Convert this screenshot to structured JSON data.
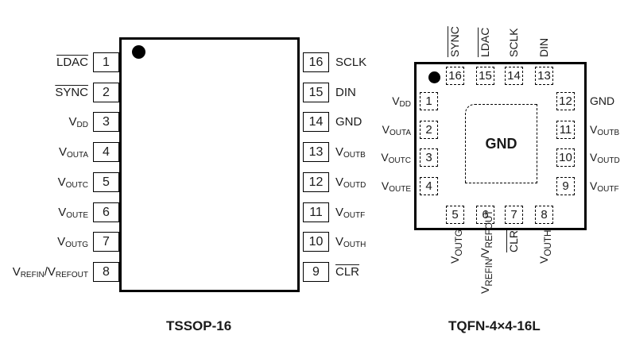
{
  "tssop": {
    "caption": "TSSOP-16",
    "left_pins": [
      {
        "num": "1",
        "name": "LDAC",
        "sub": "",
        "overline": true
      },
      {
        "num": "2",
        "name": "SYNC",
        "sub": "",
        "overline": true
      },
      {
        "num": "3",
        "name": "V",
        "sub": "DD",
        "overline": false
      },
      {
        "num": "4",
        "name": "V",
        "sub": "OUTA",
        "overline": false
      },
      {
        "num": "5",
        "name": "V",
        "sub": "OUTC",
        "overline": false
      },
      {
        "num": "6",
        "name": "V",
        "sub": "OUTE",
        "overline": false
      },
      {
        "num": "7",
        "name": "V",
        "sub": "OUTG",
        "overline": false
      },
      {
        "num": "8",
        "name": "V",
        "sub": "REFIN",
        "name2": "/V",
        "sub2": "REFOUT",
        "overline": false
      }
    ],
    "right_pins": [
      {
        "num": "16",
        "name": "SCLK",
        "sub": "",
        "overline": false
      },
      {
        "num": "15",
        "name": "DIN",
        "sub": "",
        "overline": false
      },
      {
        "num": "14",
        "name": "GND",
        "sub": "",
        "overline": false
      },
      {
        "num": "13",
        "name": "V",
        "sub": "OUTB",
        "overline": false
      },
      {
        "num": "12",
        "name": "V",
        "sub": "OUTD",
        "overline": false
      },
      {
        "num": "11",
        "name": "V",
        "sub": "OUTF",
        "overline": false
      },
      {
        "num": "10",
        "name": "V",
        "sub": "OUTH",
        "overline": false
      },
      {
        "num": "9",
        "name": "CLR",
        "sub": "",
        "overline": true
      }
    ]
  },
  "tqfn": {
    "caption": "TQFN-4×4-16L",
    "exposed_pad": "GND",
    "left_pins": [
      {
        "num": "1",
        "name": "V",
        "sub": "DD"
      },
      {
        "num": "2",
        "name": "V",
        "sub": "OUTA"
      },
      {
        "num": "3",
        "name": "V",
        "sub": "OUTC"
      },
      {
        "num": "4",
        "name": "V",
        "sub": "OUTE"
      }
    ],
    "right_pins": [
      {
        "num": "12",
        "name": "GND",
        "sub": ""
      },
      {
        "num": "11",
        "name": "V",
        "sub": "OUTB"
      },
      {
        "num": "10",
        "name": "V",
        "sub": "OUTD"
      },
      {
        "num": "9",
        "name": "V",
        "sub": "OUTF"
      }
    ],
    "top_pins": [
      {
        "num": "16",
        "name": "SYNC",
        "sub": "",
        "overline": true
      },
      {
        "num": "15",
        "name": "LDAC",
        "sub": "",
        "overline": true
      },
      {
        "num": "14",
        "name": "SCLK",
        "sub": "",
        "overline": false
      },
      {
        "num": "13",
        "name": "DIN",
        "sub": "",
        "overline": false
      }
    ],
    "bottom_pins": [
      {
        "num": "5",
        "name": "V",
        "sub": "OUTG",
        "overline": false
      },
      {
        "num": "6",
        "name": "V",
        "sub": "REFIN",
        "name2": "/V",
        "sub2": "REFOUT",
        "overline": false
      },
      {
        "num": "7",
        "name": "CLR",
        "sub": "",
        "overline": true
      },
      {
        "num": "8",
        "name": "V",
        "sub": "OUTH",
        "overline": false
      }
    ]
  }
}
